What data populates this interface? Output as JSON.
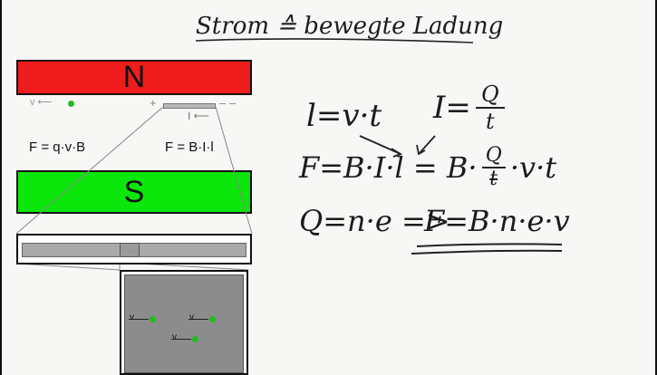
{
  "title": "Strom ≙ bewegte Ladung",
  "magnets": {
    "north": {
      "label": "N",
      "color": "#ee1c1c"
    },
    "south": {
      "label": "S",
      "color": "#0be60b"
    }
  },
  "charge_row": {
    "velocity_label": "v",
    "plus": "+",
    "minus": "– –",
    "current_label": "I"
  },
  "formulas": {
    "lorentz_charge": "F = q·v·B",
    "lorentz_wire": "F = B·I·l"
  },
  "zoom_charges": [
    "v",
    "v",
    "v"
  ],
  "handwriting": {
    "eq1": "l=v·t",
    "eq2_lhs": "I=",
    "eq2_num": "Q",
    "eq2_den": "t",
    "eq3": "F=B·I·l = B·",
    "eq3_num": "Q",
    "eq3_den": "t",
    "eq3_tail": "·v·t",
    "eq4": "Q=n·e =>",
    "eq4_result": "F=B·n·e·v"
  },
  "colors": {
    "charge": "#22bb22",
    "wire": "#b9b9b9",
    "zoom_bg": "#8c8c8c"
  }
}
